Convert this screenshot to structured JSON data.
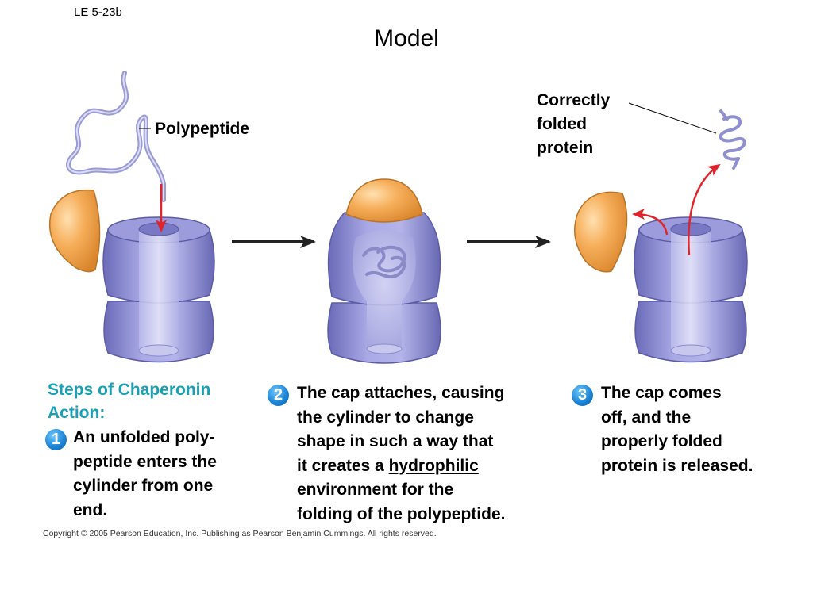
{
  "slide_id": "LE 5-23b",
  "title": "Model",
  "labels": {
    "polypeptide": "Polypeptide",
    "correctly_folded": [
      "Correctly",
      "folded",
      "protein"
    ]
  },
  "steps_heading": [
    "Steps of Chaperonin",
    "Action:"
  ],
  "steps": [
    {
      "number": "1",
      "lines": [
        "An unfolded poly-",
        "peptide enters the",
        "cylinder from one",
        "end."
      ]
    },
    {
      "number": "2",
      "line1": "The cap attaches, causing",
      "line2": "the cylinder to change",
      "line3": "shape in such a way that",
      "line4_prefix": "it creates a ",
      "line4_keyword": "hydrophilic",
      "line5": "environment for the",
      "line6": "folding of the polypeptide."
    },
    {
      "number": "3",
      "lines": [
        "The cap comes",
        "off, and the",
        "properly folded",
        "protein is released."
      ]
    }
  ],
  "copyright": "Copyright © 2005 Pearson Education, Inc. Publishing as Pearson Benjamin Cummings. All rights reserved.",
  "colors": {
    "cylinder": "#8f8fd2",
    "cap": "#f2a653",
    "entry_arrow": "#e0242c",
    "heading_teal": "#1aa0b4",
    "step_badge": "#1e86d6"
  }
}
